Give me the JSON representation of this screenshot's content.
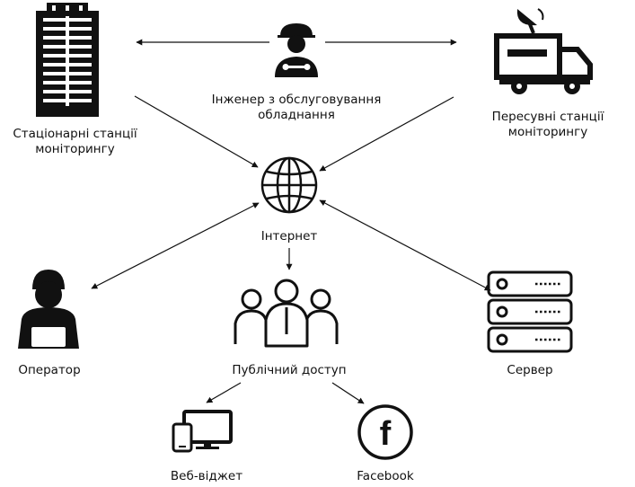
{
  "nodes": {
    "stationary": {
      "label_line1": "Стаціонарні станції",
      "label_line2": "моніторингу",
      "icon": "office-building-icon"
    },
    "engineer": {
      "label_line1": "Інженер з обслуговування",
      "label_line2": "обладнання",
      "icon": "engineer-icon"
    },
    "mobile": {
      "label_line1": "Пересувні станції",
      "label_line2": "моніторингу",
      "icon": "satellite-van-icon"
    },
    "internet": {
      "label": "Інтернет",
      "icon": "globe-icon"
    },
    "operator": {
      "label": "Оператор",
      "icon": "operator-icon"
    },
    "public": {
      "label": "Публічний доступ",
      "icon": "people-group-icon"
    },
    "server": {
      "label": "Сервер",
      "icon": "server-rack-icon"
    },
    "widget": {
      "label": "Веб-віджет",
      "icon": "devices-icon"
    },
    "facebook": {
      "label": "Facebook",
      "icon": "facebook-icon",
      "glyph": "f"
    }
  },
  "colors": {
    "ink": "#111111",
    "background": "#ffffff"
  }
}
